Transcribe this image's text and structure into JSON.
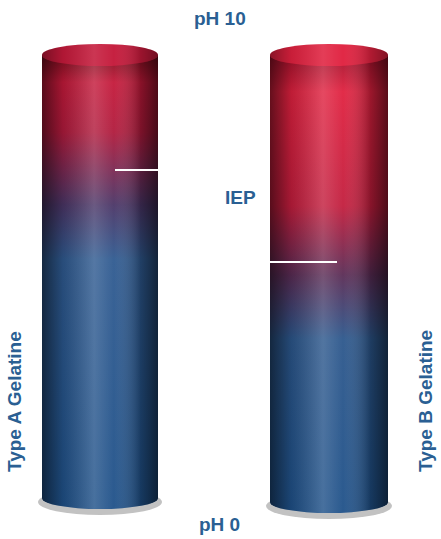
{
  "diagram": {
    "nodes": [
      {
        "text": [
          "Type A Gelatine"
        ]
      },
      {
        "text": [
          "Type B Gelatine"
        ]
      }
    ],
    "labels": [
      "pH 10",
      "IEP",
      "pH 0"
    ]
  }
}
